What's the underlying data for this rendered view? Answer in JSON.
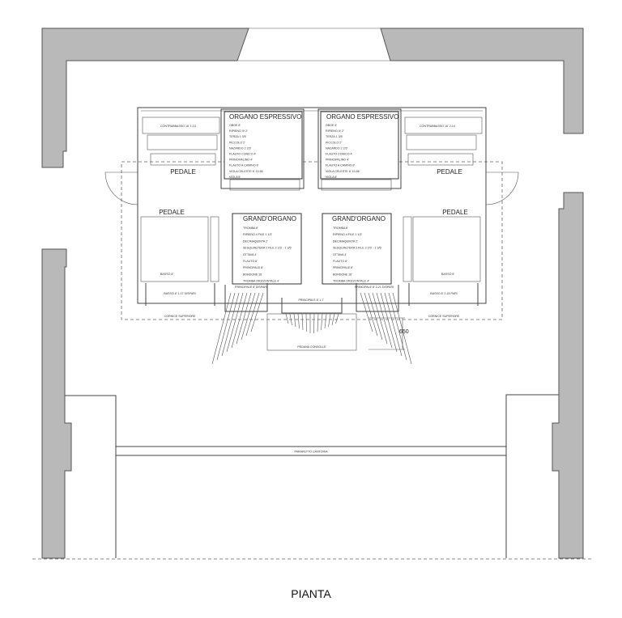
{
  "title": "PIANTA",
  "colors": {
    "wall": "#b9b9b9",
    "line": "#444444"
  },
  "organo_espressivo": {
    "heading": "ORGANO ESPRESSIVO",
    "stops": [
      "OBOE 8'",
      "RIPIENO IV 2'",
      "TERZA 1 3/5'",
      "PICCOLO 2'",
      "NAZARDO 2 2/3'",
      "FLAUTO CONICO 4'",
      "PRINCIPALINO 4'",
      "FLAUTO A CAMINO 8'",
      "VIOLA CELESTE 8' 13-56",
      "VIOLA 8'"
    ]
  },
  "grand_organo": {
    "heading": "GRAND'ORGANO",
    "stops": [
      "TROMBA 8'",
      "RIPIENO 4 FILE 1 1/3'",
      "DECIMAQUINTA 2'",
      "SESQUIALTERA 2 FILE 2 2/3' - 1 3/5'",
      "OTTAVA 4'",
      "FLAUTO 8'",
      "PRINCIPALE 8'",
      "BORDONE 16'",
      "TROMBA ORIZZONTALE 4'"
    ]
  },
  "labels": {
    "pedale": "PEDALE",
    "contrabbasso_left": "CONTRABBASSO 16' 1-13",
    "contrabbasso_right": "CONTRABBASSO 16' 2-14",
    "basso_left": "BASSO 8' 1-17 DISPARI",
    "basso_right": "BASSO 8' 2-18 PARI",
    "basso_8": "BASSO 8'",
    "principale_left": "PRINCIPALE 8' DISPARI",
    "principale_right": "PRINCIPALE 8' 2-21 DISPARI",
    "principale_center": "PRINCIPALE 8' 1-7",
    "cornice": "CORNICE SUPERIORE",
    "pedana": "PEDANA CONSOLLE",
    "parapetto": "PARAPETTO CANTORIA",
    "dimension": "650"
  }
}
